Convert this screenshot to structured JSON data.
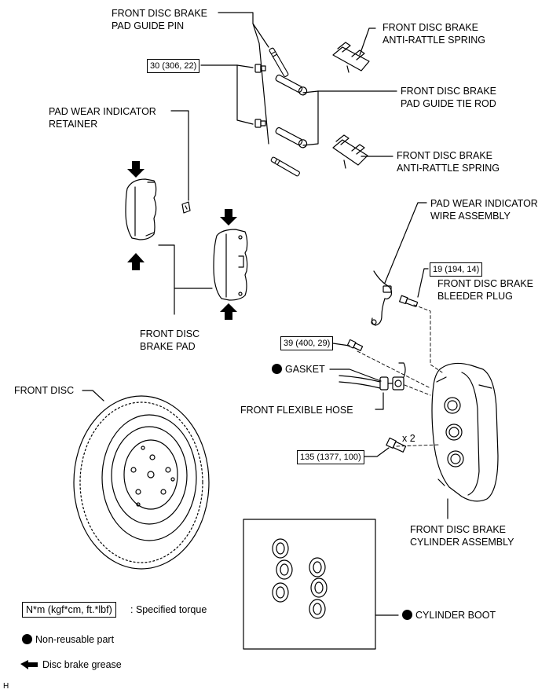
{
  "labels": {
    "guide_pin": [
      "FRONT DISC BRAKE",
      "PAD GUIDE PIN"
    ],
    "anti_rattle_top": [
      "FRONT DISC BRAKE",
      "ANTI-RATTLE SPRING"
    ],
    "guide_tie_rod": [
      "FRONT DISC BRAKE",
      "PAD GUIDE TIE ROD"
    ],
    "anti_rattle_mid": [
      "FRONT DISC BRAKE",
      "ANTI-RATTLE SPRING"
    ],
    "wear_retainer": [
      "PAD WEAR INDICATOR",
      "RETAINER"
    ],
    "brake_pad": [
      "FRONT DISC",
      "BRAKE PAD"
    ],
    "wear_wire": [
      "PAD WEAR INDICATOR",
      "WIRE ASSEMBLY"
    ],
    "bleeder_plug": [
      "FRONT DISC BRAKE",
      "BLEEDER PLUG"
    ],
    "gasket": "GASKET",
    "flexible_hose": "FRONT FLEXIBLE HOSE",
    "front_disc": "FRONT DISC",
    "cylinder_assembly": [
      "FRONT DISC BRAKE",
      "CYLINDER ASSEMBLY"
    ],
    "cylinder_boot": "CYLINDER BOOT",
    "qty": "x 2"
  },
  "torque": {
    "tie_rod_bolt": "30 (306, 22)",
    "bleeder": "19 (194, 14)",
    "union_bolt": "39 (400, 29)",
    "caliper_bolt": "135 (1377, 100)"
  },
  "legend": {
    "torque_box": "N*m (kgf*cm, ft.*lbf)",
    "torque_text": ": Specified torque",
    "non_reusable": "Non-reusable part",
    "grease": "Disc brake grease"
  },
  "corner_mark": "H",
  "icons": [
    "non-reusable-dot-icon",
    "grease-arrow-icon"
  ]
}
